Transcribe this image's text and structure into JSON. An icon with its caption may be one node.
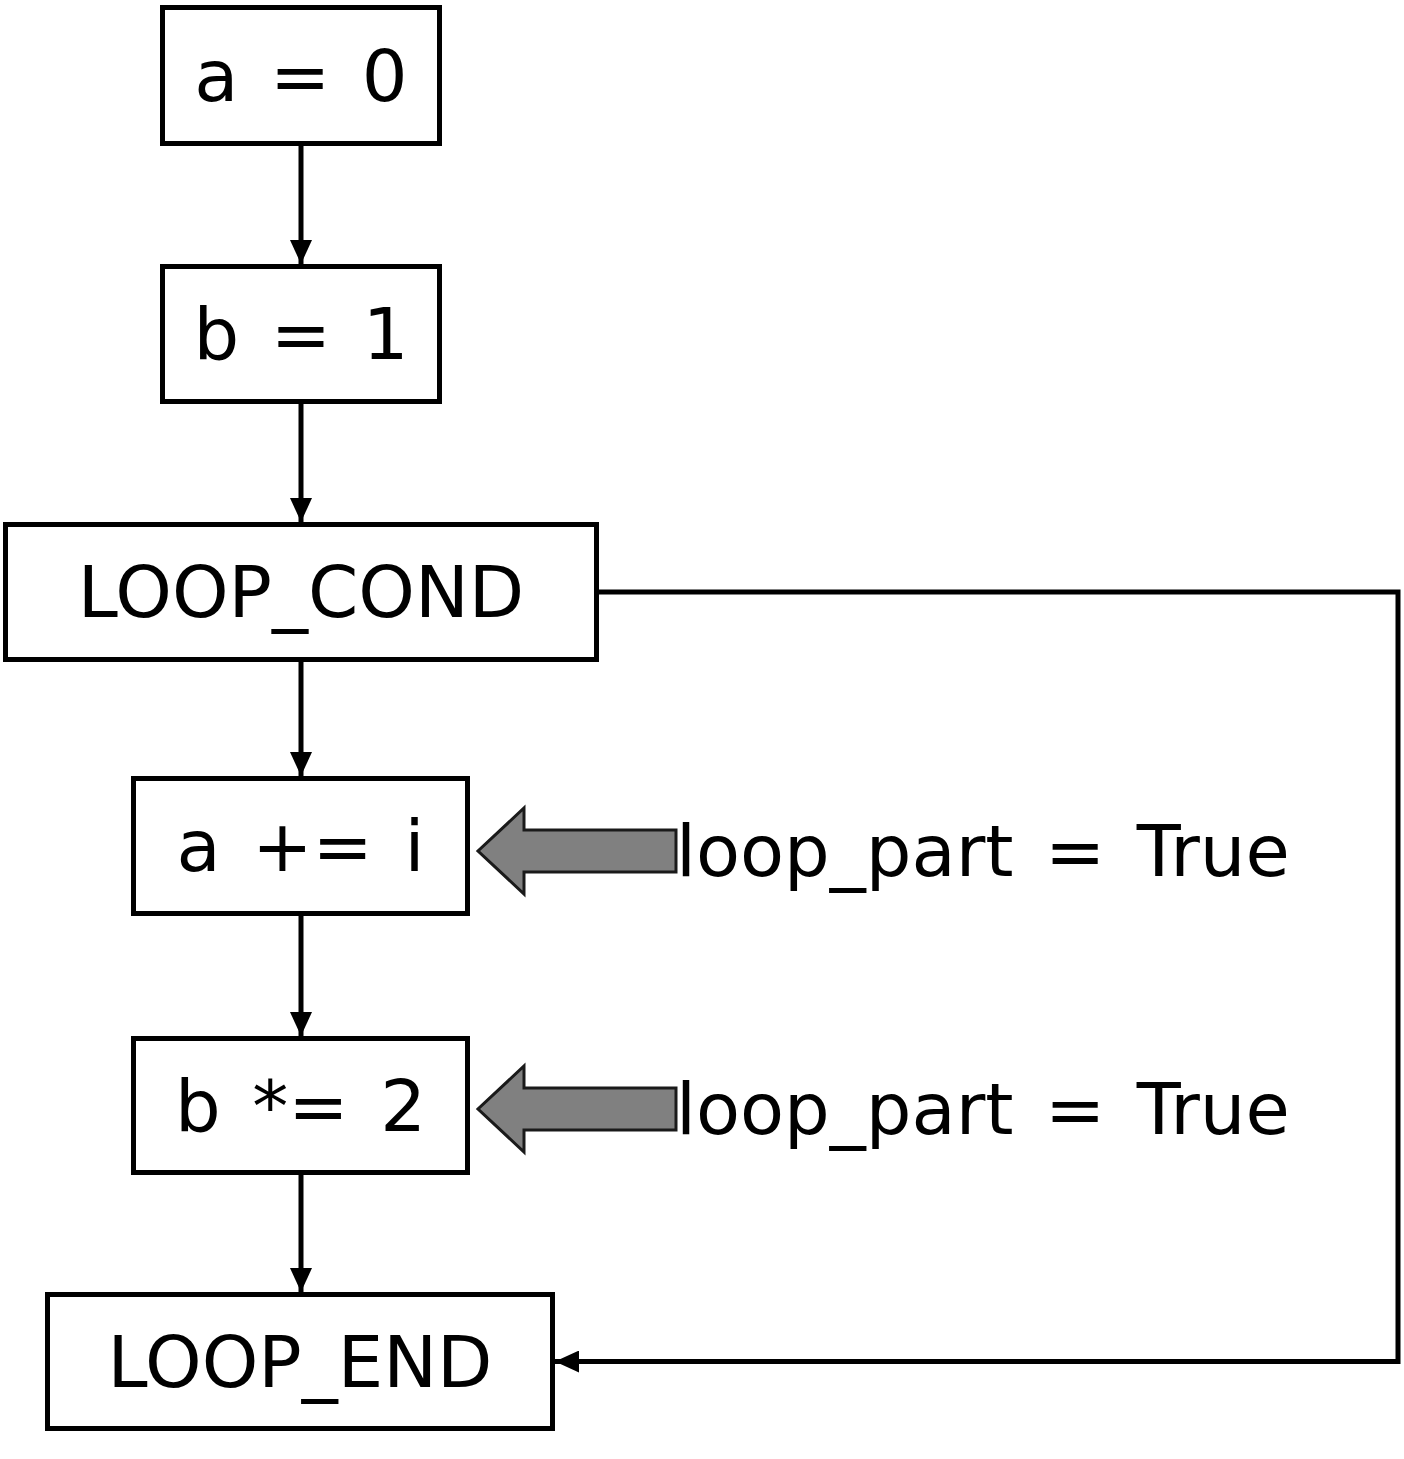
{
  "diagram": {
    "nodes": [
      {
        "text": [
          "a = 0"
        ]
      },
      {
        "text": [
          "b = 1"
        ]
      },
      {
        "text": [
          "LOOP_COND"
        ]
      },
      {
        "text": [
          "a += i"
        ]
      },
      {
        "text": [
          "b *= 2"
        ]
      },
      {
        "text": [
          "LOOP_END"
        ]
      },
      {
        "text": [
          "loop_part = True"
        ]
      },
      {
        "text": [
          "loop_part = True"
        ]
      }
    ],
    "edges": [
      {
        "from": 0,
        "to": 1,
        "arrow": "to"
      },
      {
        "from": 1,
        "to": 2,
        "arrow": "to"
      },
      {
        "from": 2,
        "to": 3,
        "arrow": "to"
      },
      {
        "from": 3,
        "to": 4,
        "arrow": "to"
      },
      {
        "from": 4,
        "to": 5,
        "arrow": "to"
      },
      {
        "from": 2,
        "to": 5,
        "arrow": "to"
      },
      {
        "from": 6,
        "to": 3,
        "arrow": "to",
        "style": "thick",
        "color": "#808080"
      },
      {
        "from": 7,
        "to": 4,
        "arrow": "to",
        "style": "thick",
        "color": "#808080"
      }
    ]
  }
}
